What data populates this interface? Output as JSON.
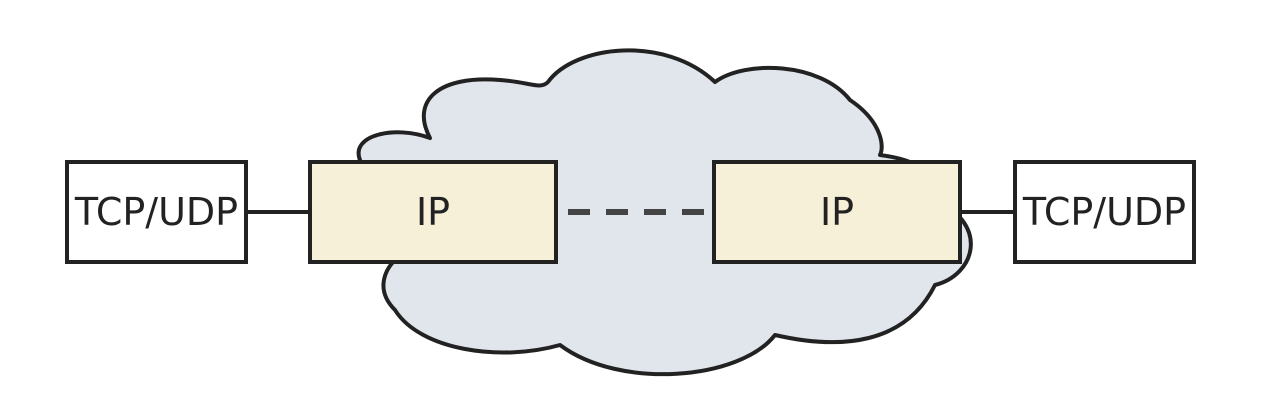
{
  "colors": {
    "cloud_fill": "#e1e6ec",
    "ip_box_fill": "#f6f0d8",
    "host_box_fill": "#ffffff",
    "stroke": "#222222"
  },
  "left_host": {
    "label": "TCP/UDP"
  },
  "left_router": {
    "label": "IP"
  },
  "right_router": {
    "label": "IP"
  },
  "right_host": {
    "label": "TCP/UDP"
  }
}
